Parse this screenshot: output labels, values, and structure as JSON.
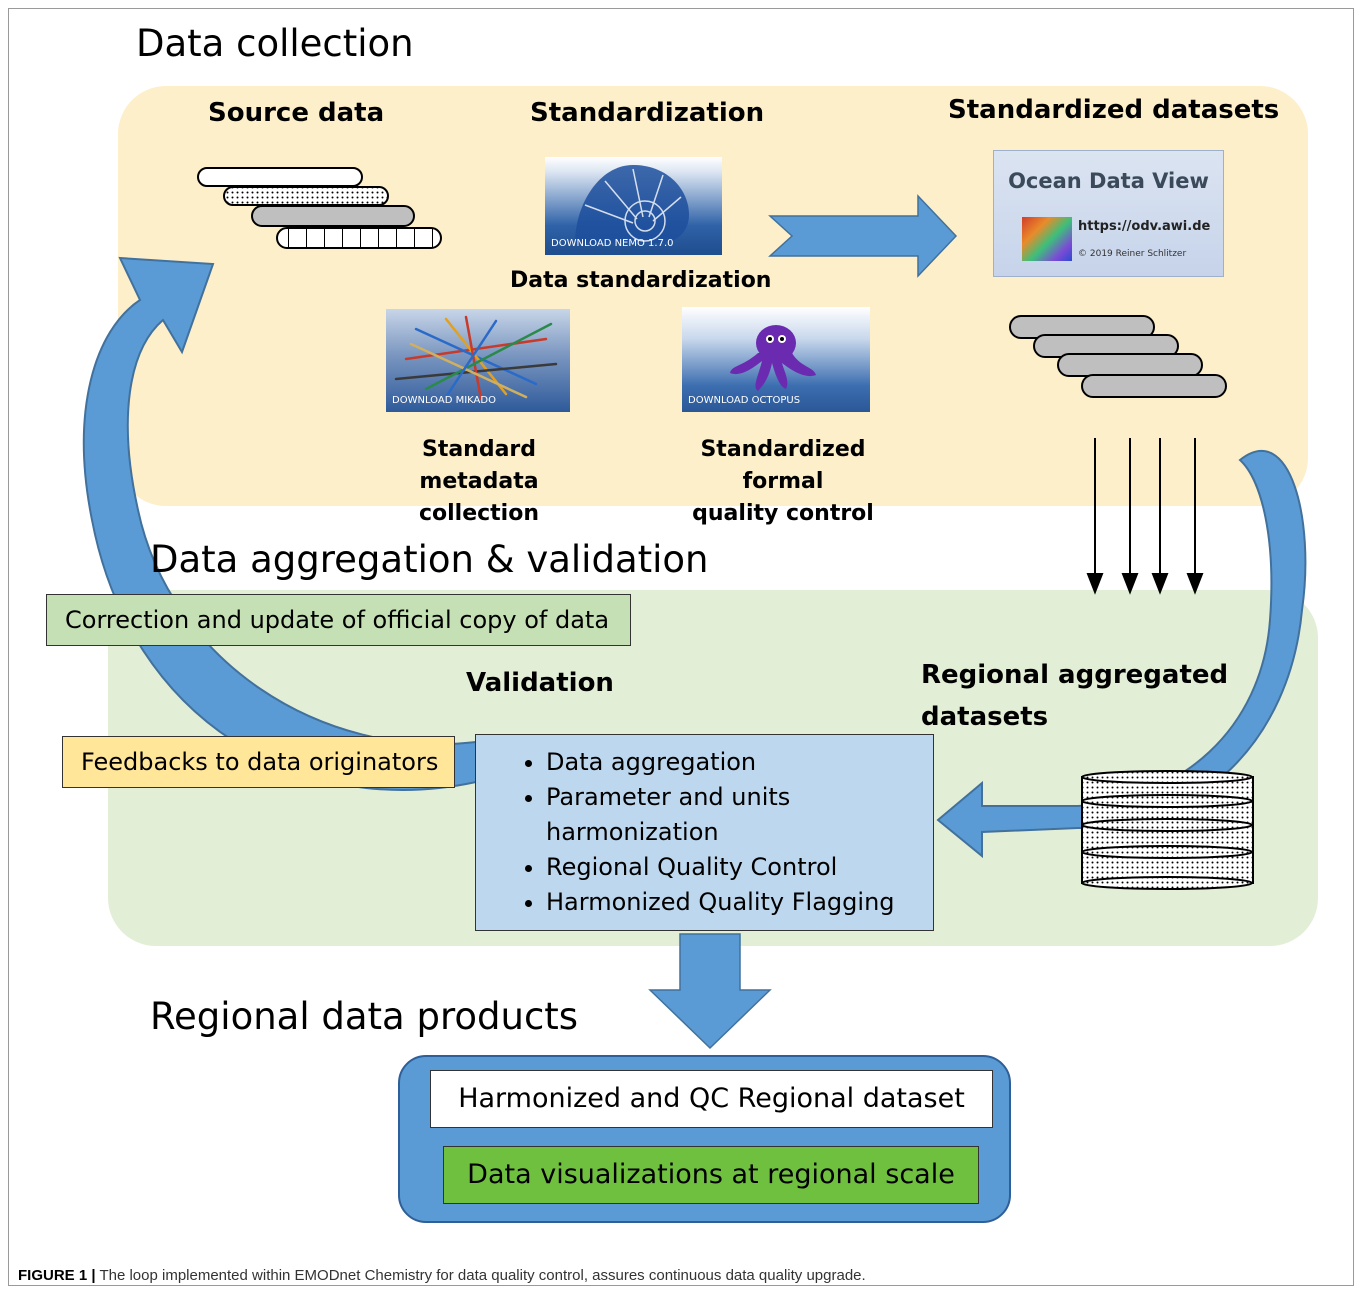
{
  "sections": {
    "collection": "Data collection",
    "aggregation": "Data aggregation & validation",
    "products": "Regional data products"
  },
  "collection": {
    "source_data": "Source data",
    "standardization": "Standardization",
    "standardized_datasets": "Standardized datasets",
    "data_standardization": "Data standardization",
    "metadata_label_line1": "Standard metadata",
    "metadata_label_line2": "collection",
    "qc_label_line1": "Standardized formal",
    "qc_label_line2": "quality control",
    "nemo_caption": "DOWNLOAD NEMO 1.7.0",
    "mikado_caption": "DOWNLOAD MIKADO",
    "octopus_caption": "DOWNLOAD OCTOPUS",
    "odv": {
      "title": "Ocean Data View",
      "url": "https://odv.awi.de",
      "copyright": "© 2019 Reiner Schlitzer"
    }
  },
  "aggregation": {
    "correction": "Correction and update of official copy of data",
    "feedback": "Feedbacks to data originators",
    "validation": "Validation",
    "regional_line1": "Regional aggregated",
    "regional_line2": "datasets",
    "validation_items": [
      "Data aggregation",
      "Parameter and units harmonization",
      "Regional Quality Control",
      "Harmonized Quality Flagging"
    ]
  },
  "products": {
    "harmonized": "Harmonized and QC Regional dataset",
    "visualizations": "Data visualizations at regional scale"
  },
  "caption": {
    "label": "FIGURE 1 |",
    "text": " The loop implemented within EMODnet Chemistry for data quality control, assures continuous data quality upgrade."
  },
  "colors": {
    "collection_panel": "#fdefc9",
    "validation_panel": "#e3eed7",
    "arrow_blue": "#5b9bd5",
    "arrow_dark": "#41719c",
    "validation_box": "#bdd7ee",
    "correction_box": "#c5e0b4",
    "feedback_box": "#ffe699",
    "visualization_box": "#70c040"
  },
  "icons": [
    "database-stack-icon",
    "nemo-shell-icon",
    "mikado-sticks-icon",
    "octopus-icon",
    "odv-logo-icon",
    "cylinder-icon"
  ]
}
